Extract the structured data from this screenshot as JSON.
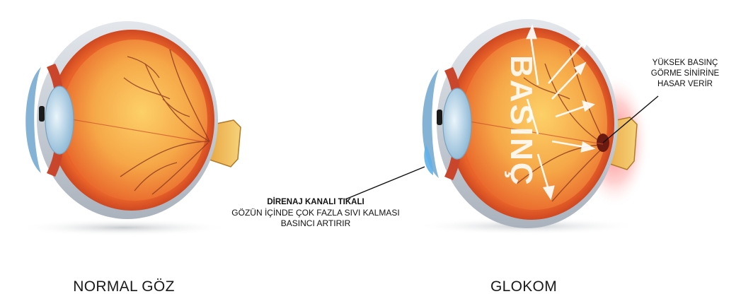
{
  "labels": {
    "normal_eye": "NORMAL GÖZ",
    "glaucoma": "GLOKOM",
    "pressure_word": "BASINÇ",
    "drainage_title": "DİRENAJ KANALI TIKALI",
    "drainage_line1": "GÖZÜN İÇİNDE ÇOK FAZLA SIVI KALMASI",
    "drainage_line2": "BASINCI ARTIRIR",
    "pressure_line1": "YÜKSEK BASINÇ",
    "pressure_line2": "GÖRME SİNİRİNE",
    "pressure_line3": "HASAR VERİR"
  },
  "colors": {
    "sclera": "#c9ced6",
    "retina": "#e8622a",
    "vitreous": "#f7b24d",
    "lens": "#b9d8ec",
    "vessel": "#8d3a1f",
    "optic_nerve": "#f2c25a",
    "inflammation": "#ff5a5a"
  }
}
